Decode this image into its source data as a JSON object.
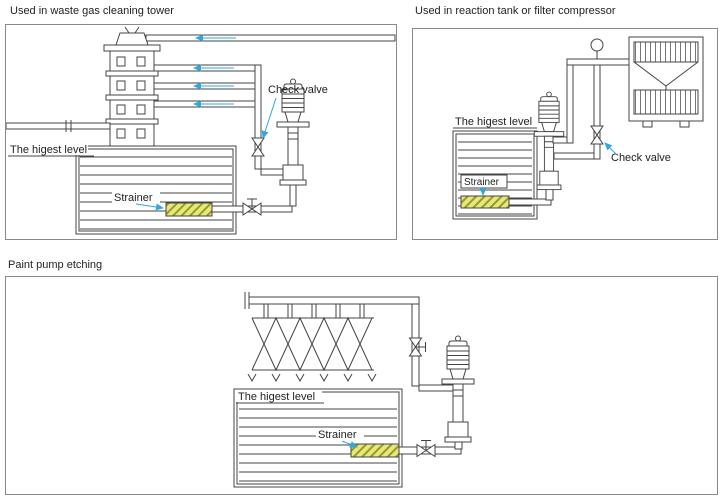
{
  "colors": {
    "line": "#444444",
    "accent_blue": "#2fa8dc",
    "strainer_fill": "#e6e97a",
    "panel_border": "#8a8a8a"
  },
  "panels": {
    "waste_gas": {
      "title": "Used in waste gas cleaning tower",
      "labels": {
        "check_valve": "Check valve",
        "highest_level": "The higest level",
        "strainer": "Strainer"
      }
    },
    "reaction": {
      "title": "Used in reaction tank or filter compressor",
      "labels": {
        "highest_level": "The higest level",
        "strainer": "Strainer",
        "check_valve": "Check valve"
      }
    },
    "paint": {
      "title": "Paint pump etching",
      "labels": {
        "highest_level": "The higest level",
        "strainer": "Strainer"
      }
    }
  }
}
